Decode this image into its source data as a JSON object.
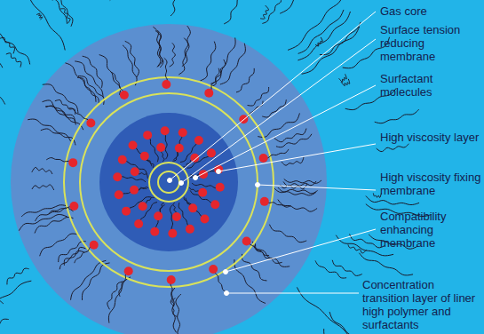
{
  "diagram": {
    "labels": [
      "Gas core",
      "Surface tension reducing membrane",
      "Surfactant molecules",
      "High viscosity layer",
      "High viscosity fixing membrane",
      "Compatibility enhancing membrane",
      "Concentration transition layer of liner high polymer and surfactants"
    ]
  }
}
